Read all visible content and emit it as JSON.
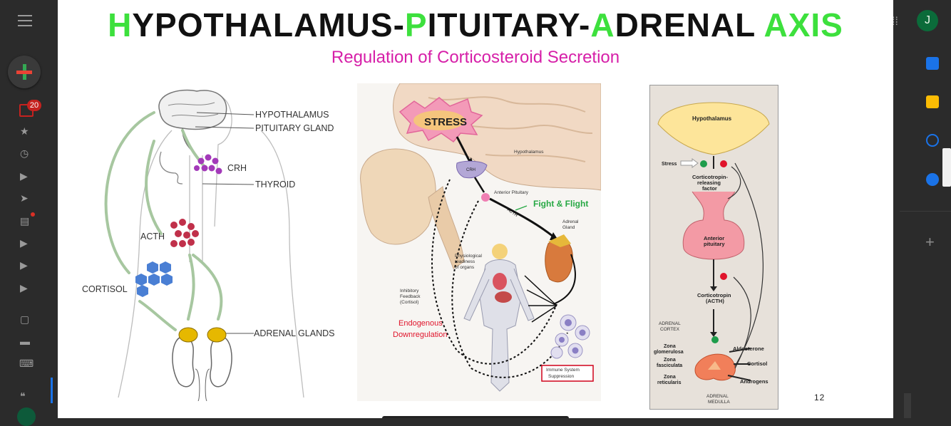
{
  "app": {
    "unread_badge": "20",
    "account_initial": "J"
  },
  "slide": {
    "title_parts": [
      {
        "text": "H",
        "accent": true
      },
      {
        "text": "YPOTHALAMUS-",
        "accent": false
      },
      {
        "text": "P",
        "accent": true
      },
      {
        "text": "ITUITARY-",
        "accent": false
      },
      {
        "text": "A",
        "accent": true
      },
      {
        "text": "DRENAL ",
        "accent": false
      },
      {
        "text": "AXIS",
        "accent": true
      }
    ],
    "subtitle": "Regulation of Corticosteroid Secretion",
    "page_number": "12",
    "colors": {
      "accent_green": "#3de03d",
      "subtitle_magenta": "#d61fa8",
      "acth_red": "#c0304a",
      "crh_purple": "#a339b9",
      "cortisol_blue": "#4a7fd4"
    }
  },
  "left_diagram": {
    "labels": {
      "hypothalamus": "HYPOTHALAMUS",
      "pituitary": "PITUITARY GLAND",
      "crh": "CRH",
      "thyroid": "THYROID",
      "acth": "ACTH",
      "cortisol": "CORTISOL",
      "adrenal": "ADRENAL GLANDS"
    }
  },
  "middle_diagram": {
    "labels": {
      "stress": "STRESS",
      "hypothalamus": "Hypothalamus",
      "crh": "CRH",
      "anterior_pituitary": "Anterior Pituitary",
      "acth": "ACTH",
      "fight_flight": "Fight & Flight",
      "adrenal_gland_1": "Adrenal",
      "adrenal_gland_2": "Gland",
      "physio_1": "Physiological",
      "physio_2": "readiness",
      "physio_3": "of organs",
      "inhib_1": "Inhibitory",
      "inhib_2": "Feedback",
      "inhib_3": "(Cortisol)",
      "endo_1": "Endogenous",
      "endo_2": "Downregulation",
      "immune_1": "Immune System",
      "immune_2": "Suppression"
    }
  },
  "right_diagram": {
    "labels": {
      "hypothalamus": "Hypothalamus",
      "stress": "Stress",
      "crf_1": "Corticotropin-",
      "crf_2": "releasing",
      "crf_3": "factor",
      "ant_pit_1": "Anterior",
      "ant_pit_2": "pituitary",
      "corticotropin_1": "Corticotropin",
      "corticotropin_2": "(ACTH)",
      "adrenal_cortex_1": "ADRENAL",
      "adrenal_cortex_2": "CORTEX",
      "zona_g_1": "Zona",
      "zona_g_2": "glomerulosa",
      "zona_f_1": "Zona",
      "zona_f_2": "fasciculata",
      "zona_r_1": "Zona",
      "zona_r_2": "reticularis",
      "aldosterone": "Aldosterone",
      "cortisol": "Cortisol",
      "androgens": "Androgens",
      "adrenal_medulla_1": "ADRENAL",
      "adrenal_medulla_2": "MEDULLA"
    }
  }
}
